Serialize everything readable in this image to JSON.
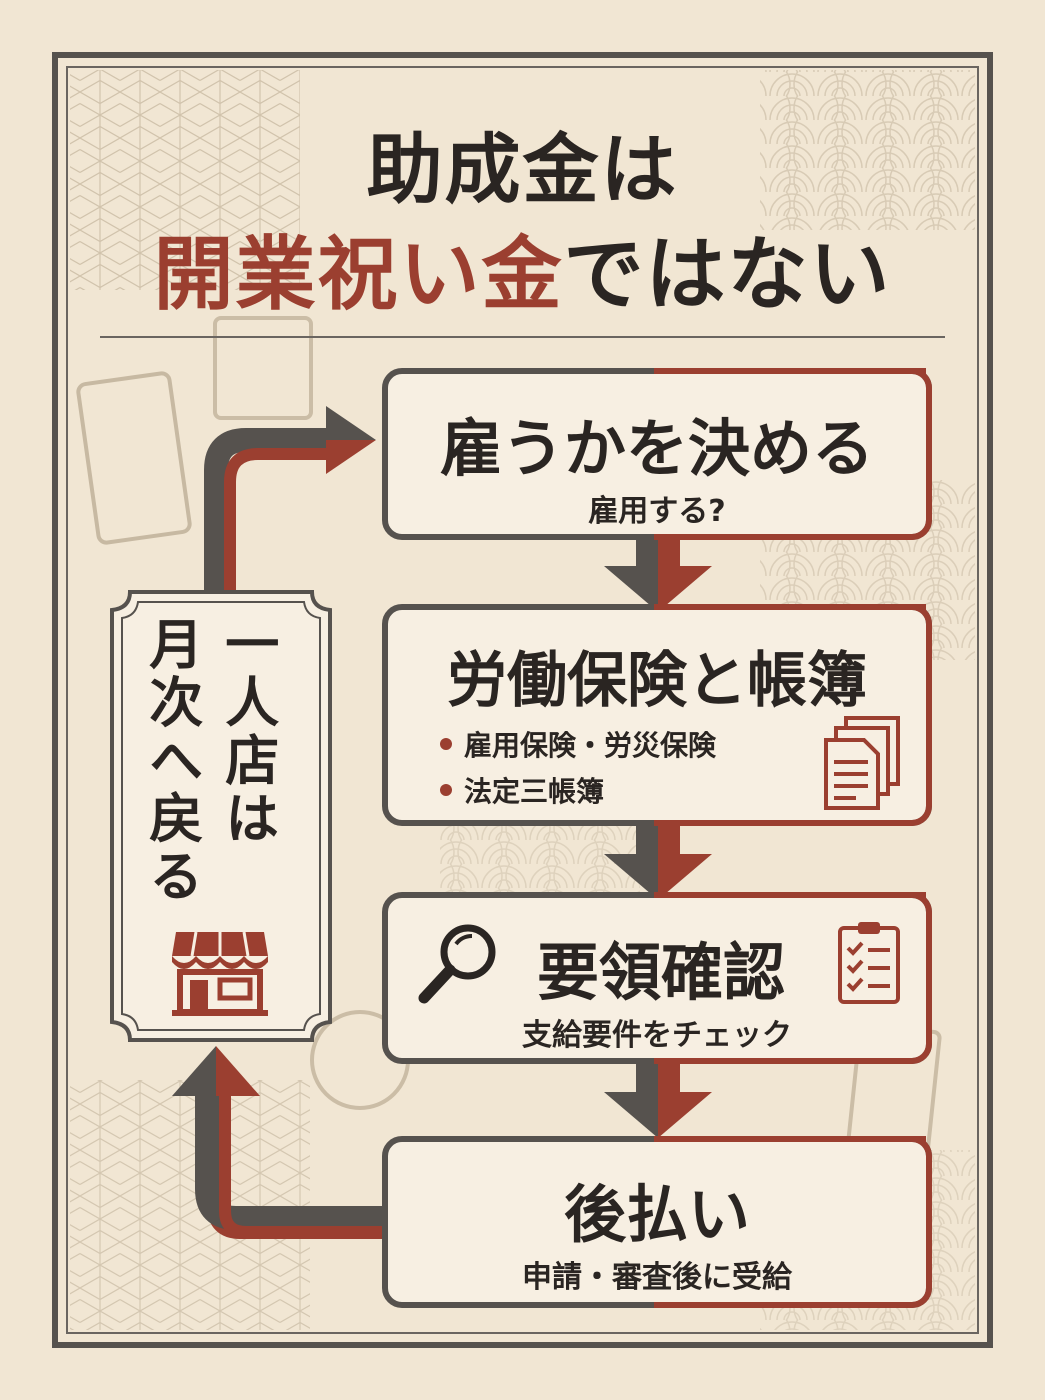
{
  "title": {
    "line1": "助成金は",
    "line2_red": "開業祝い金",
    "line2_dark": "ではない"
  },
  "steps": [
    {
      "heading": "雇うかを決める",
      "sub": "雇用する?"
    },
    {
      "heading": "労働保険と帳簿",
      "bullets": [
        "雇用保険・労災保険",
        "法定三帳簿"
      ]
    },
    {
      "heading": "要領確認",
      "sub": "支給要件をチェック"
    },
    {
      "heading": "後払い",
      "sub": "申請・審査後に受給"
    }
  ],
  "side": {
    "col1": "一人店は",
    "col2": "月次へ戻る"
  },
  "icons": [
    "documents-icon",
    "magnifier-icon",
    "checklist-icon",
    "shop-icon"
  ],
  "colors": {
    "accent": "#9b3f30",
    "dark": "#56524e",
    "paper": "#f1e6d3"
  }
}
